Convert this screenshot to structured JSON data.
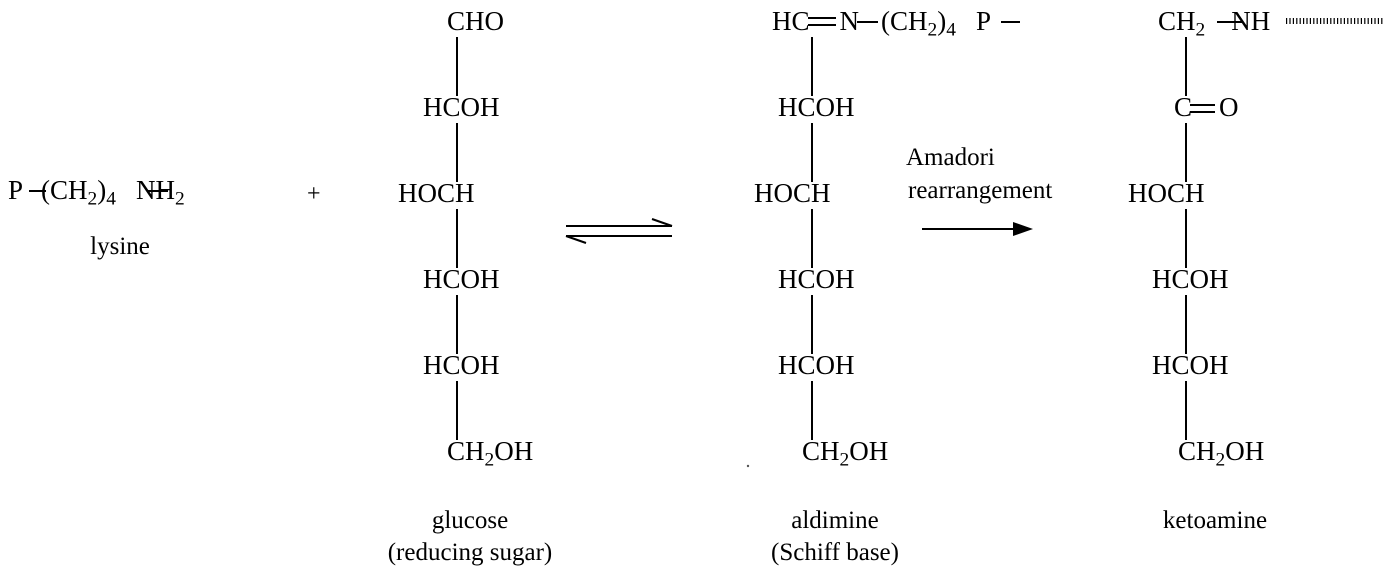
{
  "lysine": {
    "formula_parts": [
      "P",
      "(CH",
      "2",
      ")",
      "4",
      "NH",
      "2"
    ],
    "name": "lysine"
  },
  "plus_sign": "+",
  "glucose": {
    "chain": [
      "CHO",
      "HCOH",
      "HOCH",
      "HCOH",
      "HCOH"
    ],
    "terminal_parts": [
      "CH",
      "2",
      "OH"
    ],
    "name": "glucose",
    "note": "(reducing sugar)"
  },
  "aldimine": {
    "top_parts": [
      "HC",
      "N",
      "(CH",
      "2",
      ")",
      "4",
      "P"
    ],
    "chain": [
      "HCOH",
      "HOCH",
      "HCOH",
      "HCOH"
    ],
    "terminal_parts": [
      "CH",
      "2",
      "OH"
    ],
    "name": "aldimine",
    "note": "(Schiff base)"
  },
  "rearrangement": {
    "line1": "Amadori",
    "line2": "rearrangement"
  },
  "ketoamine": {
    "top_parts": [
      "CH",
      "2",
      "NH"
    ],
    "carbonyl_parts": [
      "C",
      "O"
    ],
    "chain": [
      "HOCH",
      "HCOH",
      "HCOH"
    ],
    "terminal_parts": [
      "CH",
      "2",
      "OH"
    ],
    "name": "ketoamine"
  }
}
